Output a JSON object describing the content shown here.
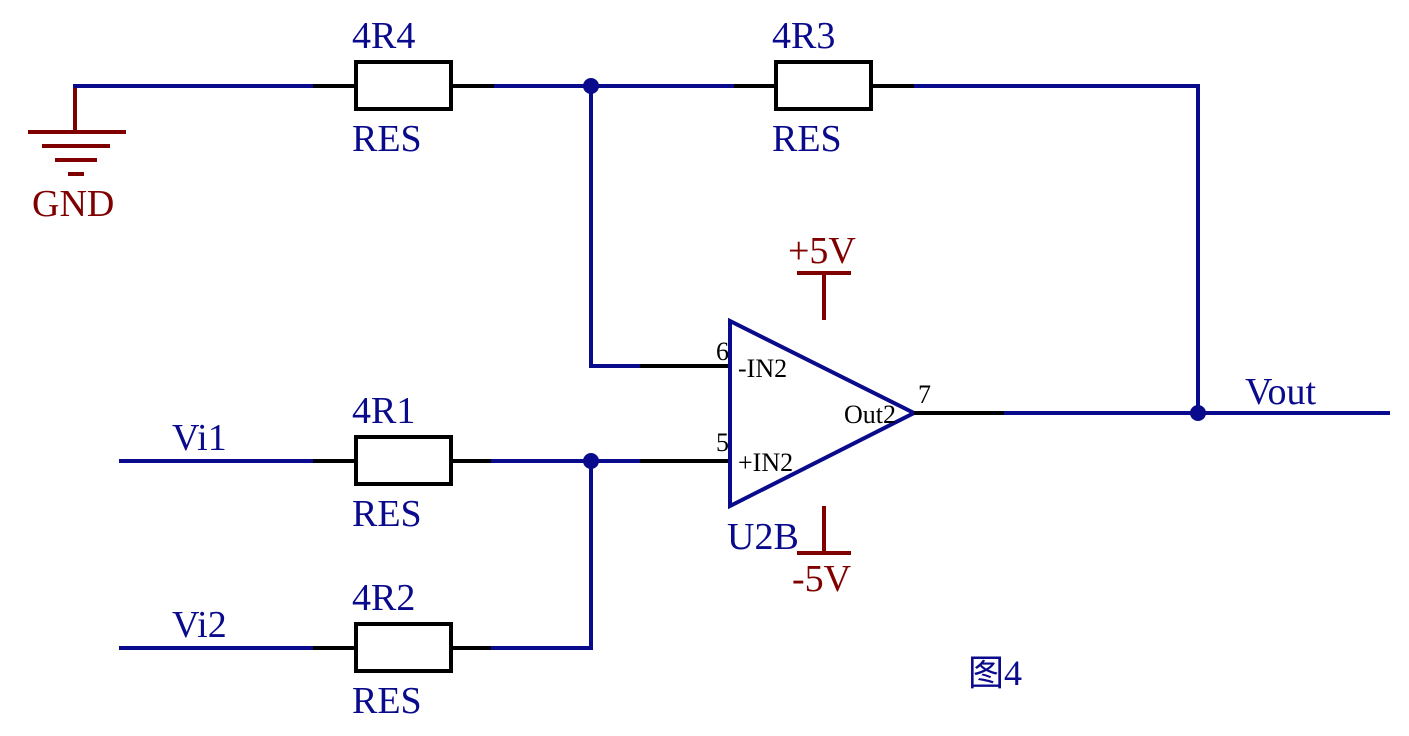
{
  "components": {
    "r4": {
      "designator": "4R4",
      "value": "RES"
    },
    "r3": {
      "designator": "4R3",
      "value": "RES"
    },
    "r1": {
      "designator": "4R1",
      "value": "RES"
    },
    "r2": {
      "designator": "4R2",
      "value": "RES"
    },
    "opamp": {
      "designator": "U2B",
      "pin_inv_number": "6",
      "pin_inv_name": "-IN2",
      "pin_noninv_number": "5",
      "pin_noninv_name": "+IN2",
      "pin_out_number": "7",
      "pin_out_name": "Out2"
    }
  },
  "power": {
    "ground": "GND",
    "positive_supply": "+5V",
    "negative_supply": "-5V"
  },
  "nets": {
    "input1": "Vi1",
    "input2": "Vi2",
    "output": "Vout"
  },
  "caption": "图4",
  "colors": {
    "wire": "#0a0a8c",
    "power": "#800000",
    "pin": "#000000"
  }
}
